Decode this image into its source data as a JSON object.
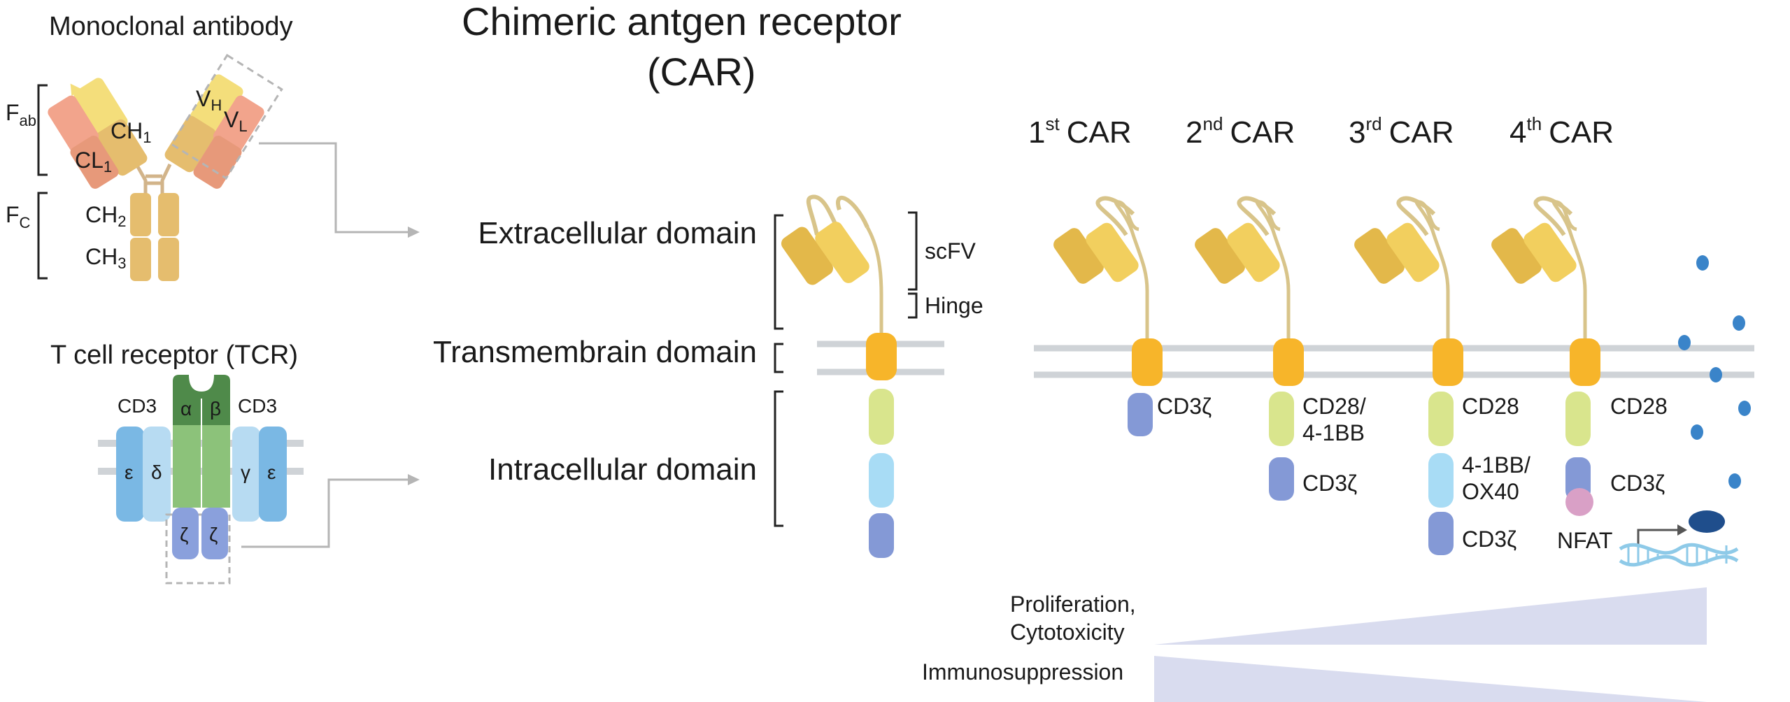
{
  "antibody": {
    "title": "Monoclonal antibody",
    "fab": "F",
    "fab_sub": "ab",
    "fc": "F",
    "fc_sub": "C",
    "ch1": "CH",
    "ch1_sub": "1",
    "cl1": "CL",
    "cl1_sub": "1",
    "vh": "V",
    "vh_sub": "H",
    "vl": "V",
    "vl_sub": "L",
    "ch2": "CH",
    "ch2_sub": "2",
    "ch3": "CH",
    "ch3_sub": "3"
  },
  "tcr": {
    "title": "T cell receptor (TCR)",
    "cd3_left": "CD3",
    "cd3_right": "CD3",
    "alpha": "α",
    "beta": "β",
    "epsilon": "ε",
    "delta": "δ",
    "gamma": "γ",
    "zeta": "ζ"
  },
  "car": {
    "title_line1": "Chimeric antgen receptor",
    "title_line2": "(CAR)",
    "domains": {
      "extracellular": "Extracellular domain",
      "transmembrain": "Transmembrain domain",
      "intracellular": "Intracellular domain"
    },
    "scfv": "scFV",
    "hinge": "Hinge"
  },
  "generations": [
    {
      "num": "1",
      "sup": "st",
      "label": "CAR",
      "domains": [
        "CD3ζ"
      ]
    },
    {
      "num": "2",
      "sup": "nd",
      "label": "CAR",
      "domains": [
        "CD28/",
        "4-1BB",
        "CD3ζ"
      ]
    },
    {
      "num": "3",
      "sup": "rd",
      "label": "CAR",
      "domains": [
        "CD28",
        "4-1BB/",
        "OX40",
        "CD3ζ"
      ]
    },
    {
      "num": "4",
      "sup": "th",
      "label": "CAR",
      "domains": [
        "CD28",
        "CD3ζ"
      ],
      "nfat": "NFAT"
    }
  ],
  "trends": {
    "proliferation_line1": "Proliferation,",
    "proliferation_line2": "Cytotoxicity",
    "immunosuppression": "Immunosuppression"
  },
  "colors": {
    "scfv": "#f2cf5e",
    "scfv_dark": "#e3b84a",
    "antibody_heavy": "#e5bd6e",
    "antibody_light": "#f2a48c",
    "antibody_vh": "#f5e07c",
    "transmembrane": "#f7b52a",
    "cd28": "#d9e58d",
    "costim2": "#a8dcf5",
    "cd3zeta": "#8499d6",
    "membrane": "#cfd3d7",
    "tcr_alpha_beta": "#8cc27a",
    "tcr_ab_dark": "#4f8a4a",
    "cd3_dark": "#7ab8e4",
    "cd3_light": "#b7dbf2",
    "zeta": "#8aa0dc",
    "cytokine": "#3a84c9",
    "nfat": "#d9a0c6",
    "dna": "#8ecae8",
    "trend": "#d9dcef"
  }
}
